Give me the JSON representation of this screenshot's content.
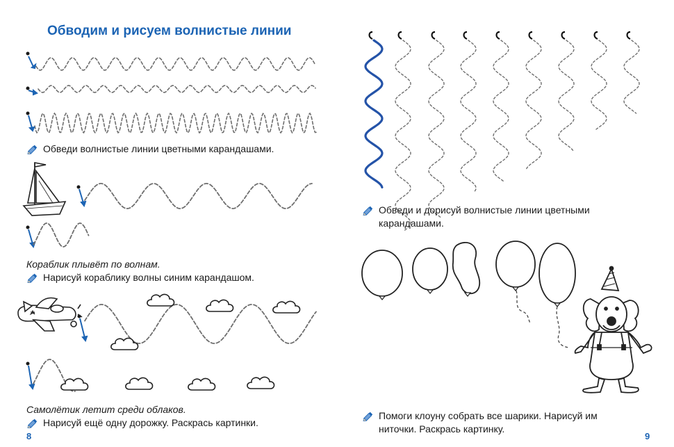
{
  "left_page": {
    "title": "Обводим и рисуем волнистые линии",
    "task1": "Обведи волнистые линии цветными карандашами.",
    "caption_ship": "Кораблик плывёт по волнам.",
    "task2": "Нарисуй кораблику волны синим карандашом.",
    "caption_plane": "Самолётик летит среди облаков.",
    "task3": "Нарисуй ещё одну дорожку. Раскрась картинки.",
    "page_number": "8"
  },
  "right_page": {
    "task1_line1": "Обведи и дорисуй волнистые линии цветными",
    "task1_line2": "карандашами.",
    "task2_line1": "Помоги клоуну собрать все шарики. Нарисуй им",
    "task2_line2": "ниточки. Раскрась картинку.",
    "page_number": "9"
  },
  "colors": {
    "accent_blue": "#1c64b4",
    "wave_blue": "#2453a8",
    "dashed_gray": "#6e6e6e",
    "ink": "#1a1a1a"
  },
  "icons": [
    "pencil-icon",
    "sailboat-illustration",
    "airplane-illustration",
    "cloud-illustration",
    "balloon-illustration",
    "clown-illustration",
    "start-dot-arrow-icon"
  ]
}
